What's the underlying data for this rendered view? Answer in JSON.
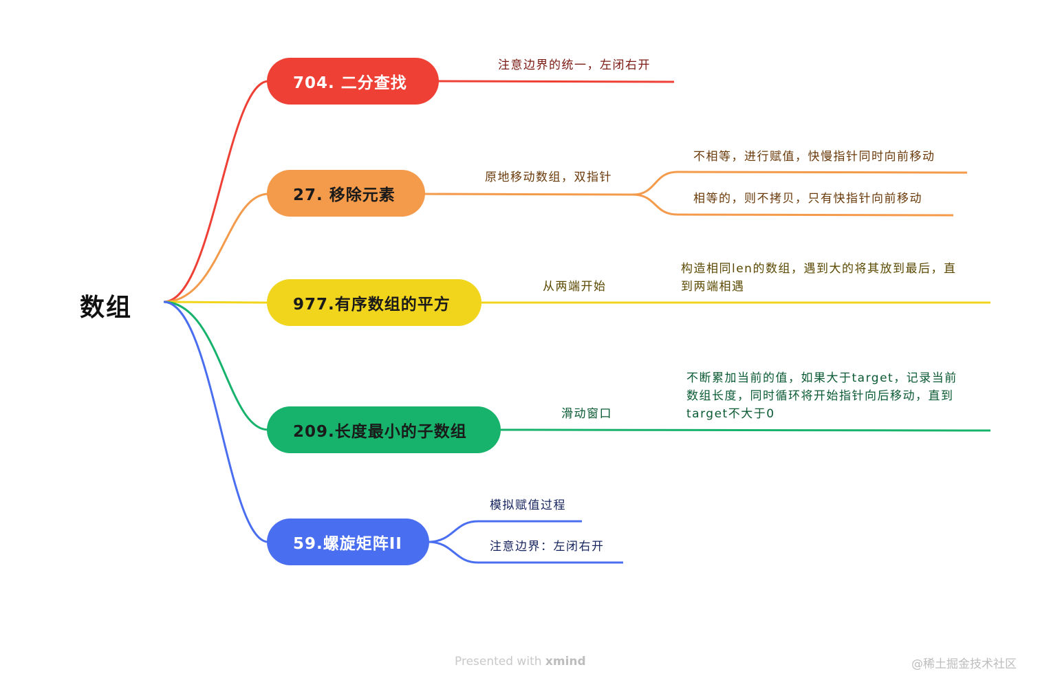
{
  "root": {
    "label": "数组"
  },
  "branches": {
    "b704": {
      "title": "704. 二分查找",
      "note": "注意边界的统一，左闭右开",
      "color": "#ef4036"
    },
    "b27": {
      "title": "27. 移除元素",
      "note": "原地移动数组，双指针",
      "children": [
        "不相等，进行赋值，快慢指针同时向前移动",
        "相等的，则不拷贝，只有快指针向前移动"
      ],
      "color": "#f49a4b"
    },
    "b977": {
      "title": "977.有序数组的平方",
      "note": "从两端开始",
      "child_line1": "构造相同len的数组，遇到大的将其放到最后，直",
      "child_line2": "到两端相遇",
      "color": "#f1d51c"
    },
    "b209": {
      "title": "209.长度最小的子数组",
      "note": "滑动窗口",
      "child_line1": "不断累加当前的值，如果大于target，记录当前",
      "child_line2": "数组长度，同时循环将开始指针向后移动，直到",
      "child_line3": "target不大于0",
      "color": "#17b26b"
    },
    "b59": {
      "title": "59.螺旋矩阵II",
      "children": [
        "模拟赋值过程",
        "注意边界：左闭右开"
      ],
      "color": "#4a6ef0"
    }
  },
  "footer": {
    "presented": "Presented with",
    "brand": "xmind"
  },
  "watermark": "@稀土掘金技术社区"
}
